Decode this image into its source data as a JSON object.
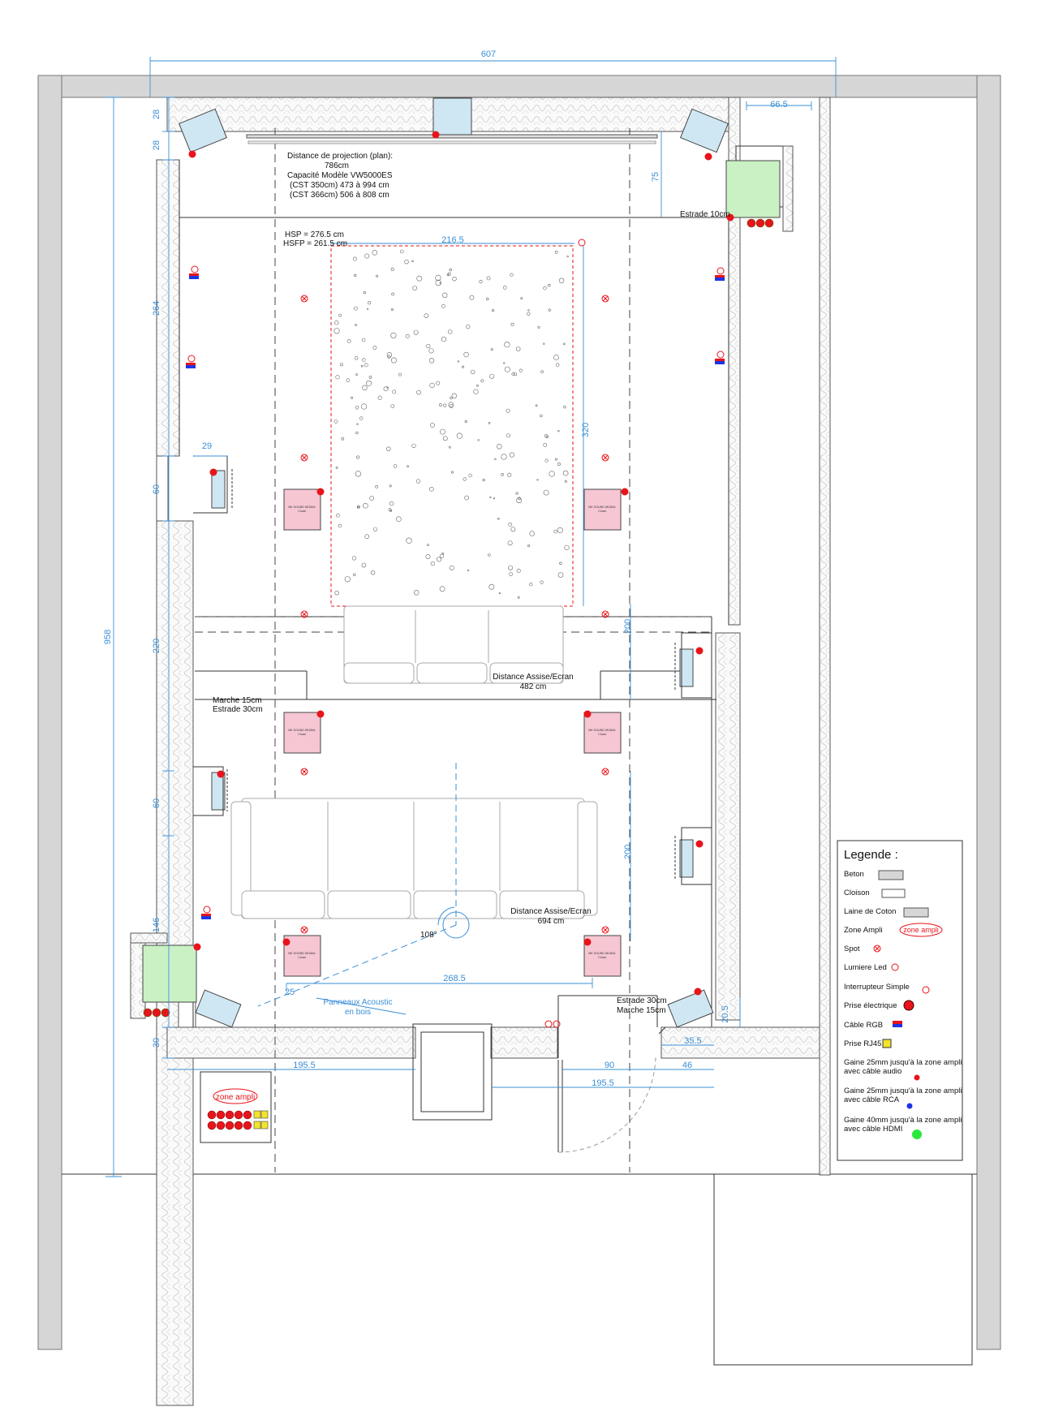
{
  "dimensions": {
    "total_width": "607",
    "right_gap": "66.5",
    "wall_top_1": "28",
    "wall_top_2": "28",
    "left_264": "264",
    "left_60_a": "60",
    "left_220": "220",
    "left_60_b": "60",
    "left_146": "146",
    "left_30": "30",
    "total_height": "958",
    "niche_29": "29",
    "right_75": "75",
    "star_width": "216.5",
    "star_height": "320",
    "right_200_a": "200",
    "right_200_b": "200",
    "bottom_195_left": "195.5",
    "bottom_195_right": "195.5",
    "bottom_90": "90",
    "bottom_46": "46",
    "bottom_35": "35.5",
    "right_20": "20.5",
    "offset_25": "25",
    "speakers_268": "268.5"
  },
  "notes": {
    "projection_1": "Distance de projection (plan):",
    "projection_2": "786cm",
    "projection_3": "Capacité Modèle VW5000ES",
    "projection_4": "(CST 350cm) 473 à 994 cm",
    "projection_5": "(CST 366cm) 506 à 808 cm",
    "hsp": "HSP = 276.5 cm",
    "hsfp": "HSFP = 261.5 cm",
    "estrade_10": "Estrade 10cm",
    "marche_15": "Marche 15cm",
    "estrade_30": "Estrade 30cm",
    "dist_1_line1": "Distance Assise/Ecran",
    "dist_1_line2": "482 cm",
    "dist_2_line1": "Distance Assise/Ecran",
    "dist_2_line2": "694 cm",
    "angle": "108°",
    "panneaux_1": "Panneaux Acoustic",
    "panneaux_2": "en bois",
    "estrade_30b": "Estrade 30cm",
    "marche_15b": "Marche 15cm"
  },
  "zone_ampli_label": "zone ampli",
  "legend": {
    "title": "Legende :",
    "beton": "Beton",
    "cloison": "Cloison",
    "laine": "Laine de Coton",
    "zone": "Zone Ampli",
    "zone_tag": "zone ampli",
    "spot": "Spot",
    "led": "Lumiere Led",
    "interrupteur": "Interrupteur Simple",
    "prise": "Prise électrique",
    "rgb": "Câble RGB",
    "rj45": "Prise RJ45",
    "audio_1": "Gaine 25mm jusqu'à la zone ampli",
    "audio_2": "avec câble audio",
    "rca_1": "Gaine 25mm jusqu'à la zone ampli",
    "rca_2": "avec câble RCA",
    "hdmi_1": "Gaine 40mm jusqu'à la zone ampli",
    "hdmi_2": "avec câble HDMI"
  },
  "colors": {
    "beton": "#d6d6d6",
    "dimension": "#3a8fd6",
    "speaker_pink": "#f6c6d3",
    "speaker_blue": "#cfe7f3",
    "sub_green": "#c9f1c4",
    "red": "#e8141b",
    "blue_dot": "#1c35e8",
    "green_dot": "#2be83a"
  }
}
